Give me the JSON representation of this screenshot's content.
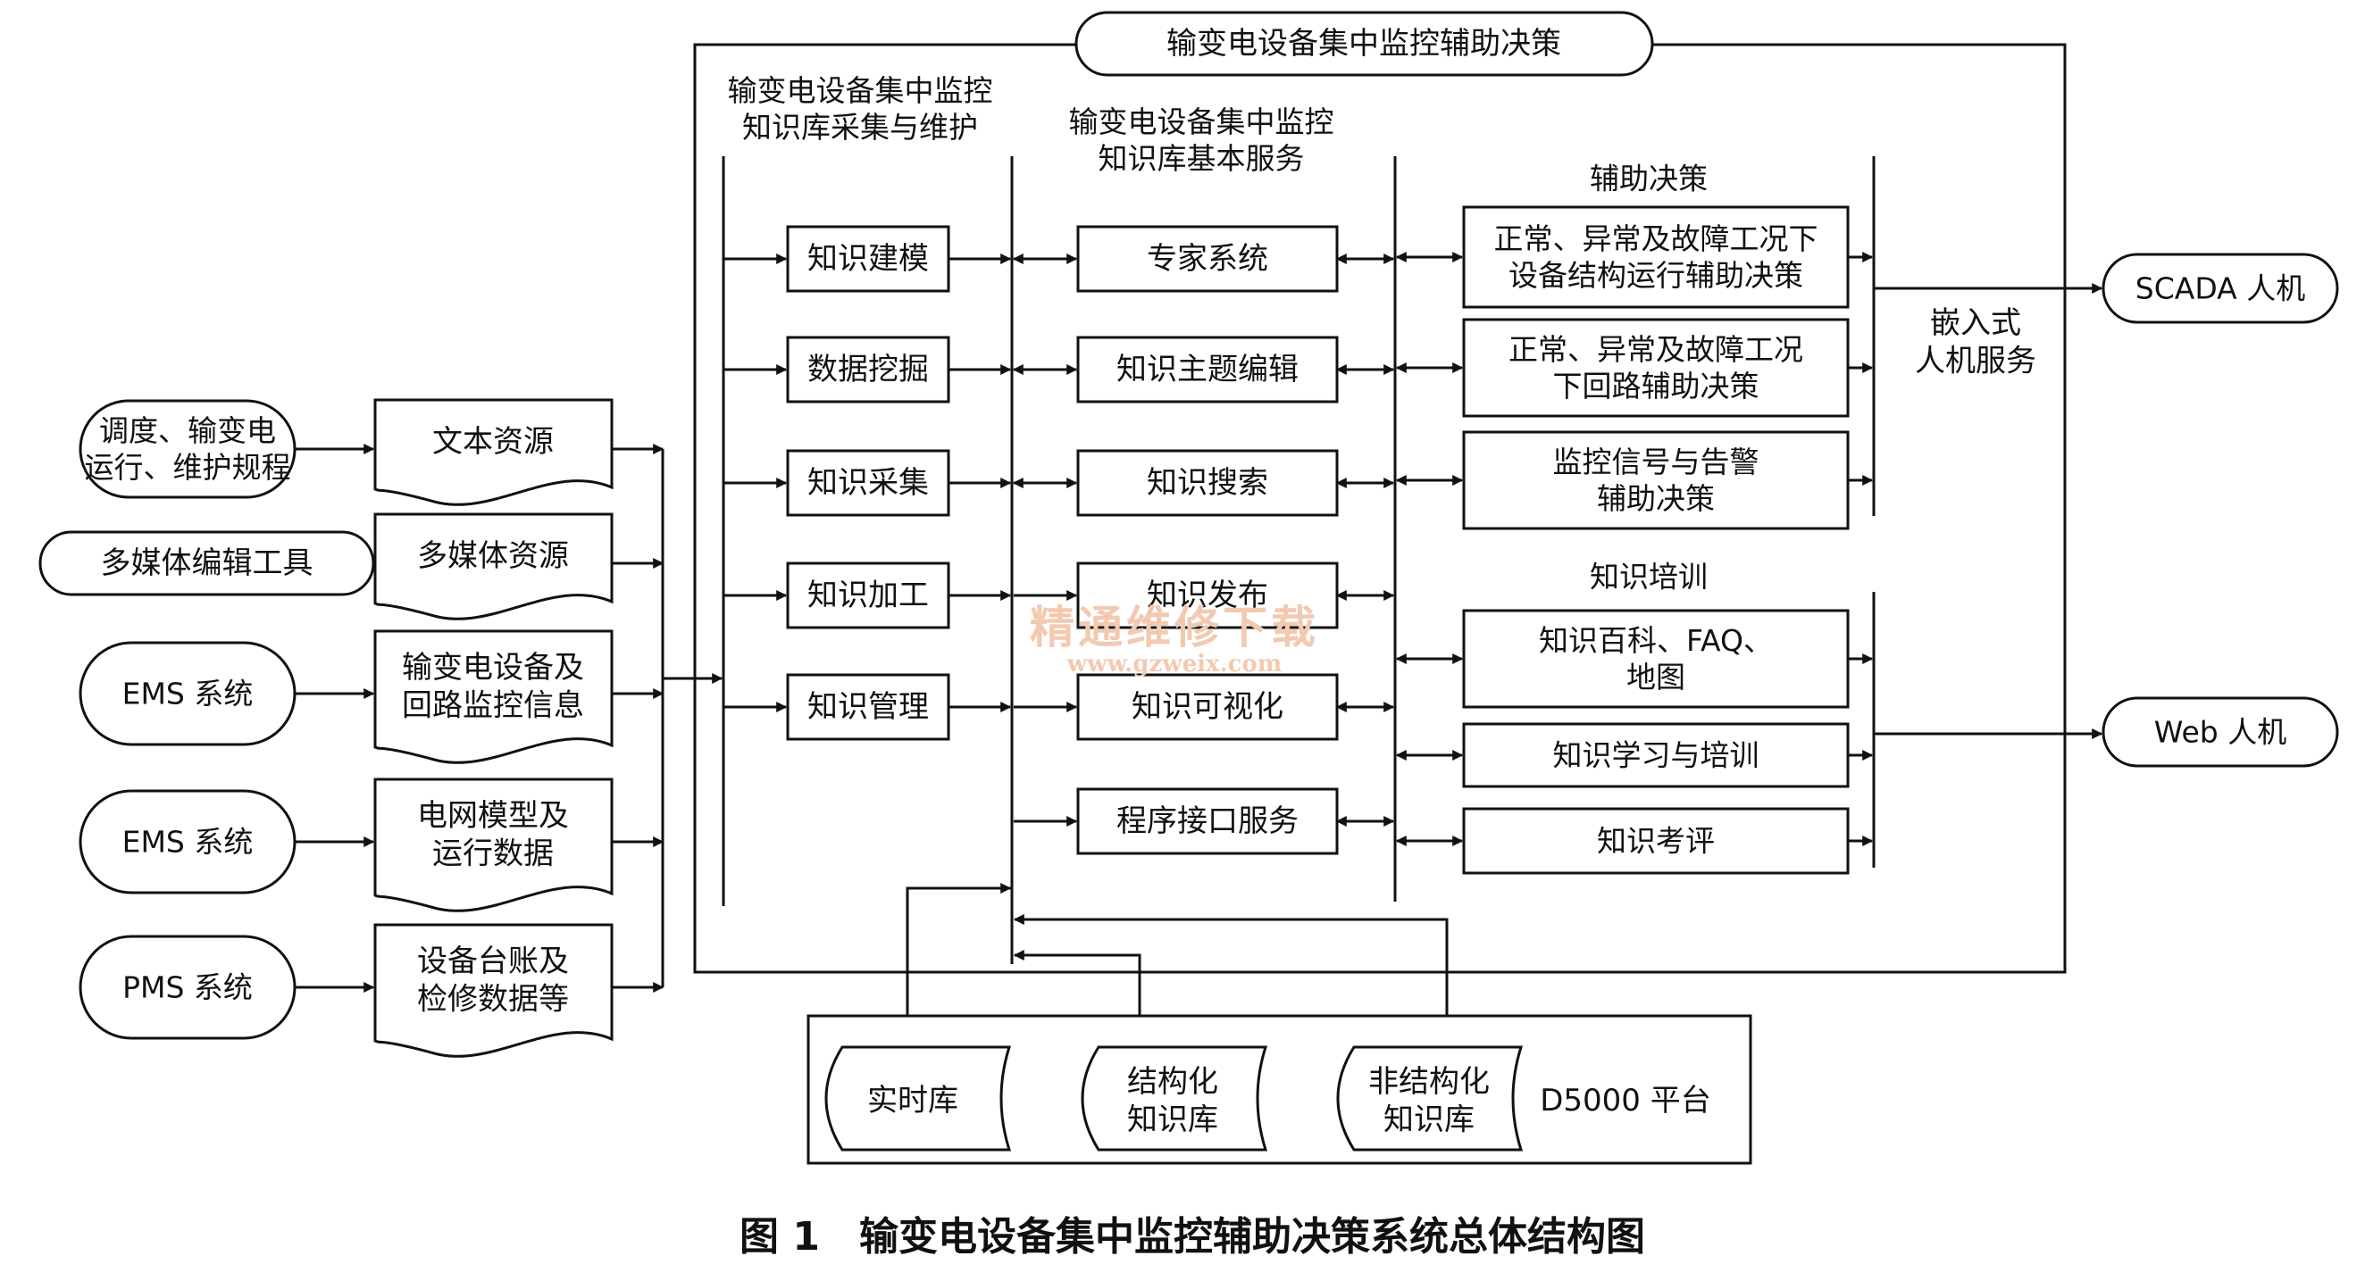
{
  "title": "输变电设备集中监控辅助决策",
  "caption": "图 1　输变电设备集中监控辅助决策系统总体结构图",
  "watermark": {
    "line1": "精通维修下载",
    "line2": "www.gzweix.com"
  },
  "sources": {
    "s1": [
      "调度、输变电",
      "运行、维护规程"
    ],
    "s2": [
      "多媒体编辑工具"
    ],
    "s3": [
      "EMS 系统"
    ],
    "s4": [
      "EMS 系统"
    ],
    "s5": [
      "PMS 系统"
    ]
  },
  "resources": {
    "r1": [
      "文本资源"
    ],
    "r2": [
      "多媒体资源"
    ],
    "r3": [
      "输变电设备及",
      "回路监控信息"
    ],
    "r4": [
      "电网模型及",
      "运行数据"
    ],
    "r5": [
      "设备台账及",
      "检修数据等"
    ]
  },
  "col1": {
    "header": [
      "输变电设备集中监控",
      "知识库采集与维护"
    ],
    "items": [
      "知识建模",
      "数据挖掘",
      "知识采集",
      "知识加工",
      "知识管理"
    ]
  },
  "col2": {
    "header": [
      "输变电设备集中监控",
      "知识库基本服务"
    ],
    "items": [
      "专家系统",
      "知识主题编辑",
      "知识搜索",
      "知识发布",
      "知识可视化",
      "程序接口服务"
    ]
  },
  "col3": {
    "header_decision": "辅助决策",
    "decision": [
      [
        "正常、异常及故障工况下",
        "设备结构运行辅助决策"
      ],
      [
        "正常、异常及故障工况",
        "下回路辅助决策"
      ],
      [
        "监控信号与告警",
        "辅助决策"
      ]
    ],
    "header_training": "知识培训",
    "training": [
      [
        "知识百科、FAQ、",
        "地图"
      ],
      [
        "知识学习与培训"
      ],
      [
        "知识考评"
      ]
    ]
  },
  "hmi": [
    "嵌入式",
    "人机服务"
  ],
  "outputs": {
    "scada": "SCADA 人机",
    "web": "Web 人机"
  },
  "platform": {
    "label": "D5000 平台",
    "stores": {
      "realtime": [
        "实时库"
      ],
      "structured": [
        "结构化",
        "知识库"
      ],
      "unstructured": [
        "非结构化",
        "知识库"
      ]
    }
  }
}
